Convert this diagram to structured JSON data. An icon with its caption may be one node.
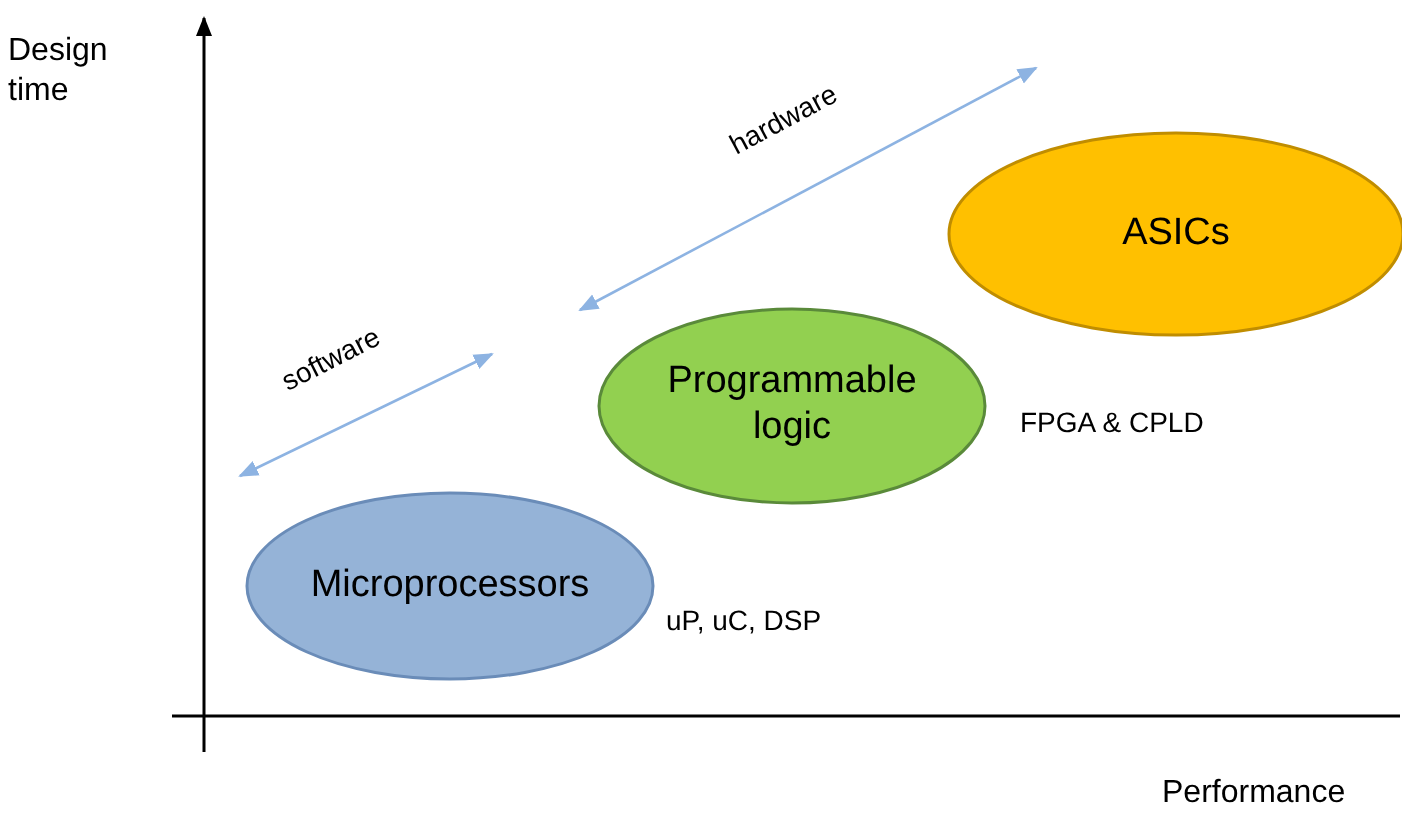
{
  "diagram": {
    "nodes": [
      {
        "text": [
          "Microprocessors"
        ],
        "beside": [
          "uP, uC, DSP"
        ]
      },
      {
        "text": [
          "Programmable logic"
        ],
        "beside": [
          "FPGA & CPLD"
        ]
      },
      {
        "text": [
          "ASICs"
        ]
      }
    ],
    "edges": [],
    "labels": [
      "Design time",
      "hardware",
      "software",
      "Performance"
    ]
  }
}
